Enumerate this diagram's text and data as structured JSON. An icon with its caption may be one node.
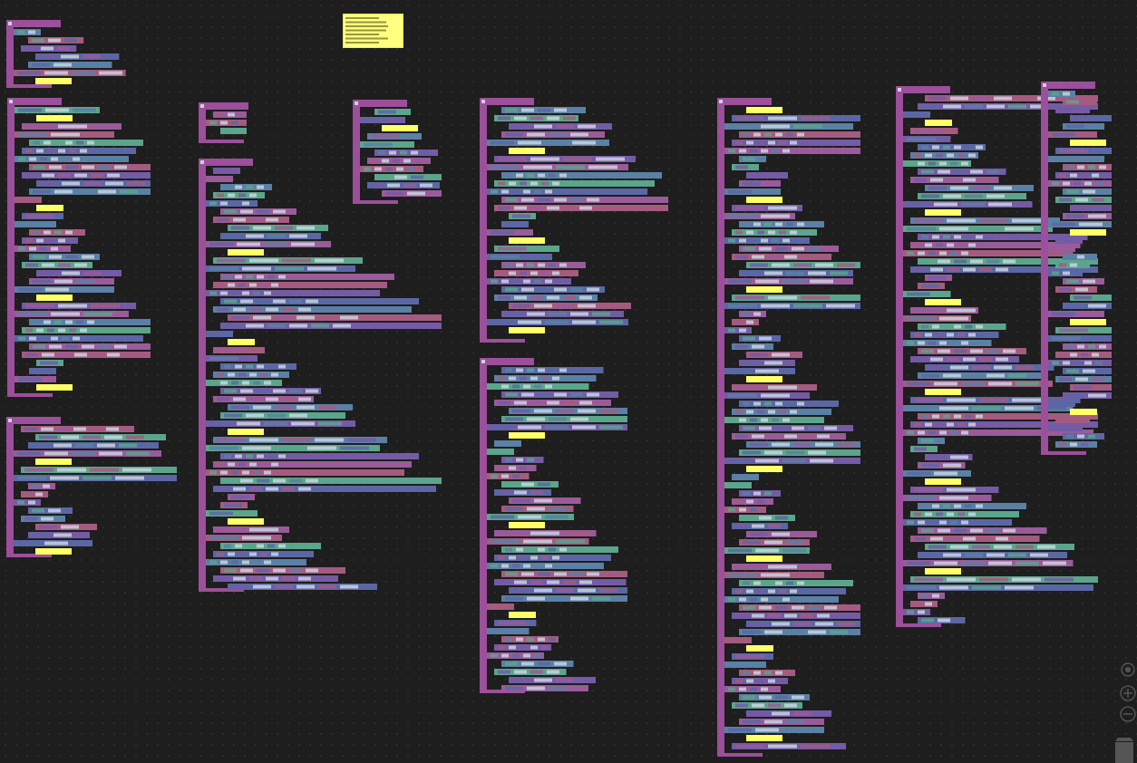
{
  "diagram": {
    "nodes": [
      {
        "text": [],
        "shape": "box"
      },
      {
        "text": [],
        "shape": "note"
      },
      {
        "text": [],
        "shape": "box"
      },
      {
        "text": [],
        "shape": "box"
      },
      {
        "text": [],
        "shape": "box"
      },
      {
        "text": [],
        "shape": "box"
      },
      {
        "text": [],
        "shape": "box"
      },
      {
        "text": [],
        "shape": "box"
      },
      {
        "text": [],
        "shape": "box"
      },
      {
        "text": [],
        "shape": "box"
      },
      {
        "text": [],
        "shape": "box"
      },
      {
        "text": [],
        "shape": "box"
      }
    ]
  }
}
